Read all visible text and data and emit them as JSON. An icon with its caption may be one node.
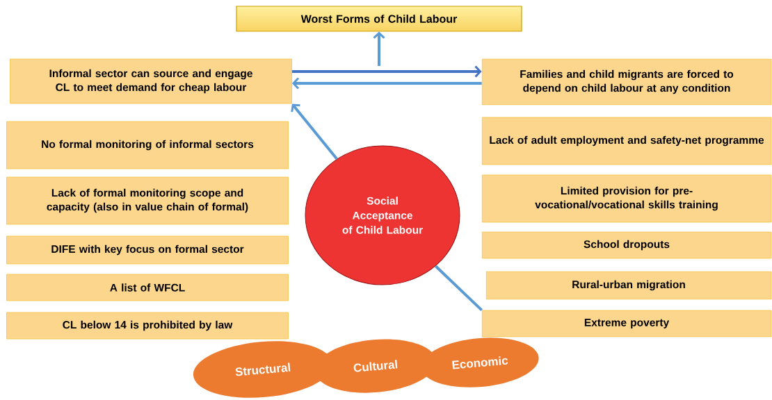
{
  "diagram": {
    "nodes": [
      {
        "text": [
          "Worst Forms of Child Labour"
        ]
      },
      {
        "text": [
          "Informal sector can source and engage CL to meet demand for cheap labour"
        ]
      },
      {
        "text": [
          "Families and child migrants are forced to depend on child labour at any condition"
        ]
      },
      {
        "text": [
          "No formal monitoring of informal sectors"
        ]
      },
      {
        "text": [
          "Lack of formal monitoring scope and capacity (also in value chain of formal)"
        ]
      },
      {
        "text": [
          "DIFE with key focus on formal sector"
        ]
      },
      {
        "text": [
          "A list of WFCL"
        ]
      },
      {
        "text": [
          "CL below 14 is prohibited by law"
        ]
      },
      {
        "text": [
          "Lack of adult employment and safety-net programme"
        ]
      },
      {
        "text": [
          "Limited provision for pre-vocational/vocational skills training"
        ]
      },
      {
        "text": [
          "School dropouts"
        ]
      },
      {
        "text": [
          "Rural-urban migration"
        ]
      },
      {
        "text": [
          "Extreme poverty"
        ]
      },
      {
        "text": [
          "Social Acceptance of Child Labour"
        ]
      },
      {
        "text": [
          "Structural"
        ]
      },
      {
        "text": [
          "Cultural"
        ]
      },
      {
        "text": [
          "Economic"
        ]
      }
    ],
    "edges": [
      {
        "from": null,
        "to": 0,
        "arrow": "to"
      },
      {
        "from": 1,
        "to": 2,
        "arrow": "to",
        "color": "#4472c4"
      },
      {
        "from": 2,
        "to": 1,
        "arrow": "to"
      },
      {
        "from": 12,
        "to": 13,
        "arrow": "none"
      },
      {
        "from": 13,
        "to": 1,
        "arrow": "to"
      }
    ]
  }
}
